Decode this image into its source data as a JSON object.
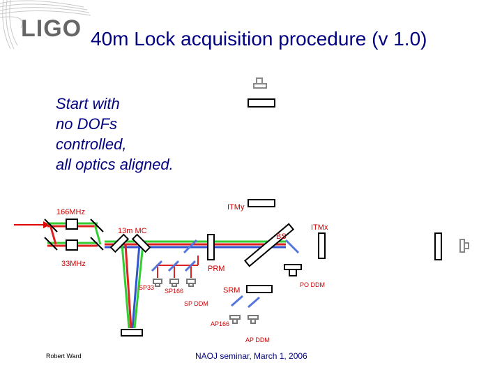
{
  "header": {
    "logo_text": "LIGO",
    "title": "40m Lock acquisition procedure (v 1.0)"
  },
  "intro": {
    "lines": [
      "Start with",
      "no DOFs",
      "controlled,",
      "all optics aligned."
    ]
  },
  "diagram": {
    "labels": {
      "f166": "166MHz",
      "f33": "33MHz",
      "mc": "13m MC",
      "itmy": "ITMy",
      "itmx": "ITMx",
      "bs": "BS",
      "prm": "PRM",
      "srm": "SRM",
      "sp33": "SP33",
      "sp166": "SP166",
      "sp_ddm": "SP DDM",
      "po_ddm": "PO DDM",
      "ap166": "AP166",
      "ap_ddm": "AP DDM"
    },
    "colors": {
      "laser": "#dd0000",
      "beam_green": "#33cc33",
      "beam_red": "#dd2222",
      "beam_blue": "#3355cc",
      "pickoff": "#5577dd",
      "optic": "#000000"
    }
  },
  "footer": {
    "author": "Robert Ward",
    "event": "NAOJ seminar, March 1, 2006"
  }
}
